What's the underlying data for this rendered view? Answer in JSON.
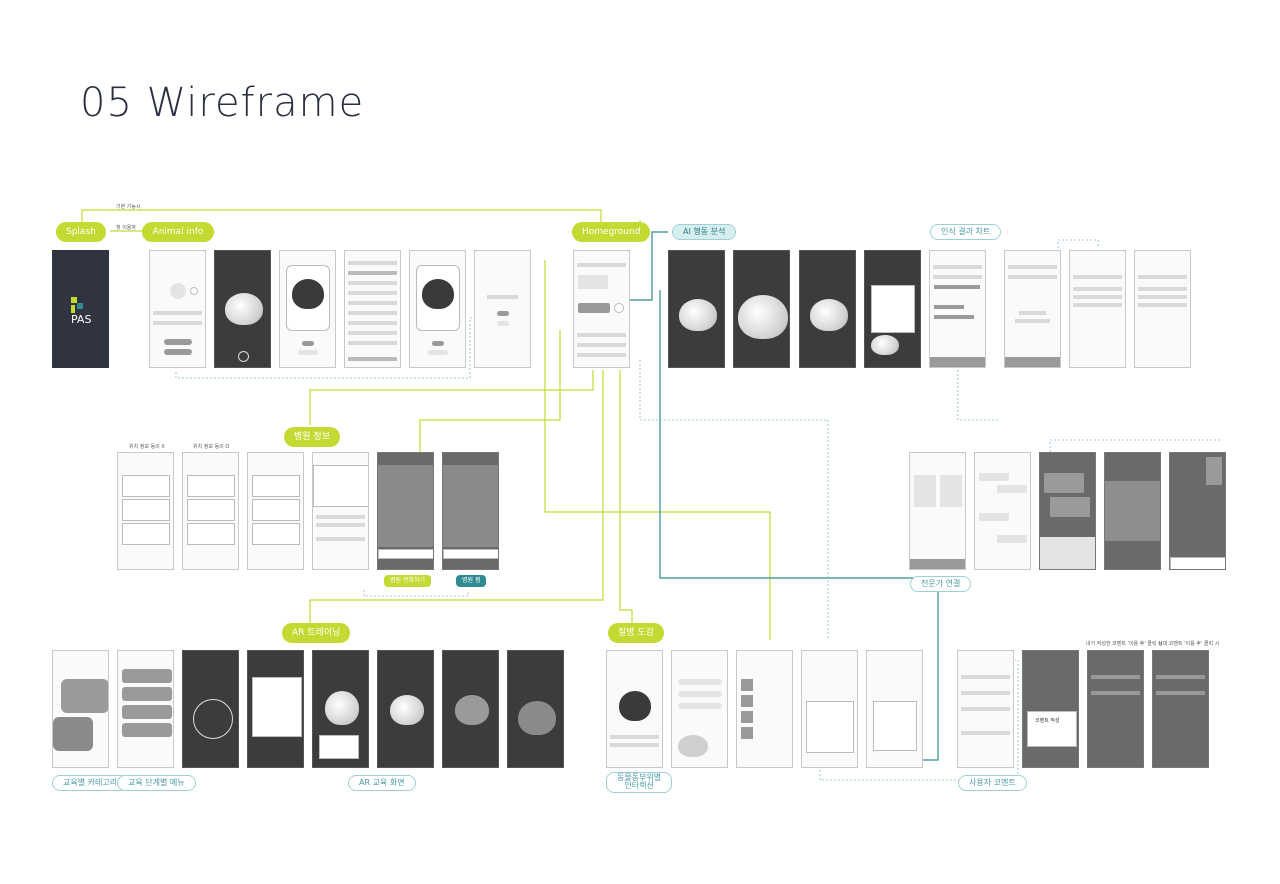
{
  "page": {
    "title": "05  Wireframe"
  },
  "colors": {
    "lime": "#c4d931",
    "teal": "#2f8a91",
    "teal_light": "#9fd0d6",
    "navy": "#2f3440"
  },
  "labels": {
    "splash": "Splash",
    "animal_info": "Animal info",
    "homeground": "Homeground",
    "ai_behavior": "AI 행동 분석",
    "result_chart": "인식 결과 차트",
    "hospital_info": "병원 정보",
    "expert_connect": "전문가 연결",
    "ar_training": "AR 트레이닝",
    "disease_book": "질병 도감",
    "edu_category": "교육별 카테고리",
    "edu_step_menu": "교육 단계별 메뉴",
    "ar_edu_screen": "AR 교육 화면",
    "animation_by_part": "동물동부위별\n인터렉션",
    "user_comment": "사용자 코멘트",
    "hospital_call": "병원 전화하기",
    "hospital_save": "병원 찜",
    "logo_text": "PAS",
    "note_basic": "기본 기능시",
    "note_first": "첫 이용자",
    "note_loc1": "위치 정보 동의 X",
    "note_loc2": "위치 정보 동의 O",
    "note_review1": "내가 작성한 코멘트 '이용 후' 클릭 시",
    "note_review2": "상대 코멘트 '이용 후' 클릭 시",
    "comment_write": "코멘트 작성"
  }
}
